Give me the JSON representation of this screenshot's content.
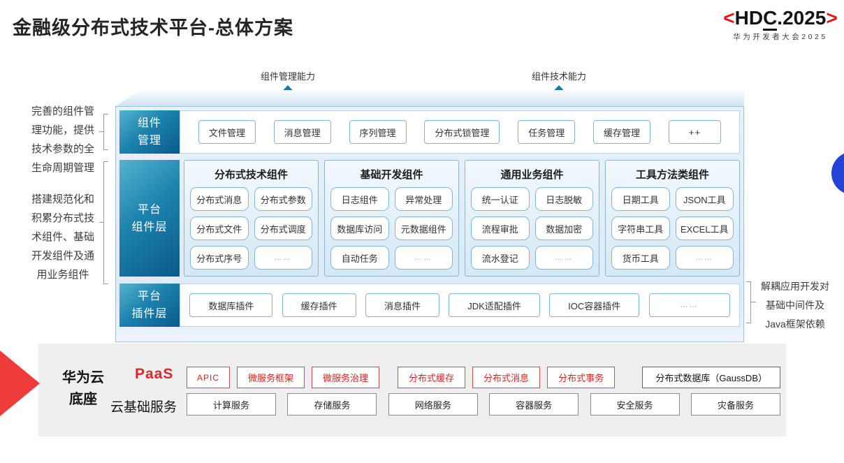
{
  "title": "金融级分布式技术平台-总体方案",
  "logo": {
    "open": "<",
    "hd": "HD",
    "c": "C",
    "rest": ".2025",
    "close": ">",
    "subtitle": "华为开发者大会2025"
  },
  "capability_arrows": {
    "left": "组件管理能力",
    "right": "组件技术能力"
  },
  "annotations": {
    "component_mgmt_note": "完善的组件管理功能，提供技术参数的全生命周期管理",
    "platform_note": "搭建规范化和积累分布式技术组件、基础开发组件及通用业务组件",
    "plugin_note": "解耦应用开发对基础中间件及Java框架依赖"
  },
  "component_mgmt_layer": {
    "label_line1": "组件",
    "label_line2": "管理",
    "items": [
      "文件管理",
      "消息管理",
      "序列管理",
      "分布式锁管理",
      "任务管理",
      "缓存管理",
      "++"
    ]
  },
  "platform_component_layer": {
    "label_line1": "平台",
    "label_line2": "组件层",
    "groups": [
      {
        "title": "分布式技术组件",
        "items": [
          "分布式消息",
          "分布式参数",
          "分布式文件",
          "分布式调度",
          "分布式序号",
          "……"
        ]
      },
      {
        "title": "基础开发组件",
        "items": [
          "日志组件",
          "异常处理",
          "数据库访问",
          "元数据组件",
          "自动任务",
          "……"
        ]
      },
      {
        "title": "通用业务组件",
        "items": [
          "统一认证",
          "日志脱敏",
          "流程审批",
          "数据加密",
          "流水登记",
          "……"
        ]
      },
      {
        "title": "工具方法类组件",
        "items": [
          "日期工具",
          "JSON工具",
          "字符串工具",
          "EXCEL工具",
          "货币工具",
          "……"
        ]
      }
    ]
  },
  "platform_plugin_layer": {
    "label_line1": "平台",
    "label_line2": "插件层",
    "items": [
      "数据库插件",
      "缓存插件",
      "消息插件",
      "JDK适配插件",
      "IOC容器插件",
      "……"
    ]
  },
  "cloud_foundation": {
    "label_line1": "华为云",
    "label_line2": "底座",
    "paas_label": "PaaS",
    "paas_items": [
      "APIC",
      "微服务框架",
      "微服务治理",
      "分布式缓存",
      "分布式消息",
      "分布式事务"
    ],
    "paas_db_item": "分布式数据库（GaussDB）",
    "iaas_label": "云基础服务",
    "iaas_items": [
      "计算服务",
      "存储服务",
      "网络服务",
      "容器服务",
      "安全服务",
      "灾备服务"
    ]
  },
  "colors": {
    "teal_dark": "#0a5a8c",
    "teal_light": "#55b3cd",
    "arrow_teal": "#1779a5",
    "accent_red": "#e0262b",
    "circle_blue": "#2443d6",
    "panel_border": "#86b4d9"
  }
}
